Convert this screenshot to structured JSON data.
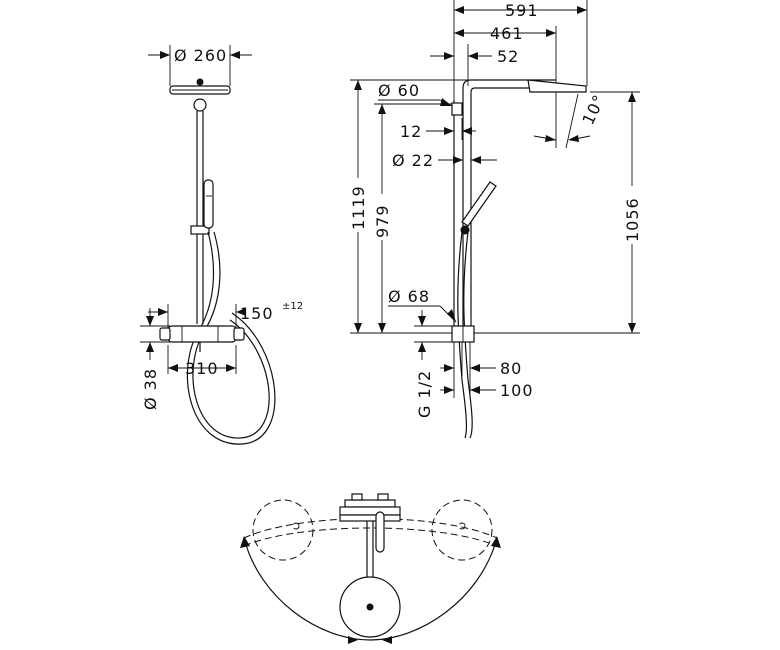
{
  "front_view": {
    "head_diameter": "Ø 260",
    "offset": "150",
    "offset_tolerance": "±12",
    "thermostat_diameter": "Ø 38",
    "thermostat_width": "310"
  },
  "side_view": {
    "total_reach": "591",
    "head_reach": "461",
    "arm_offset": "52",
    "arm_diameter": "Ø 60",
    "wall_gap": "12",
    "pipe_diameter": "Ø 22",
    "tilt_angle": "10°",
    "total_height": "1119",
    "bracket_height": "979",
    "head_height": "1056",
    "thermostat_diameter": "Ø 68",
    "connection_thread": "G 1/2",
    "depth_80": "80",
    "depth_100": "100"
  },
  "top_view": {}
}
